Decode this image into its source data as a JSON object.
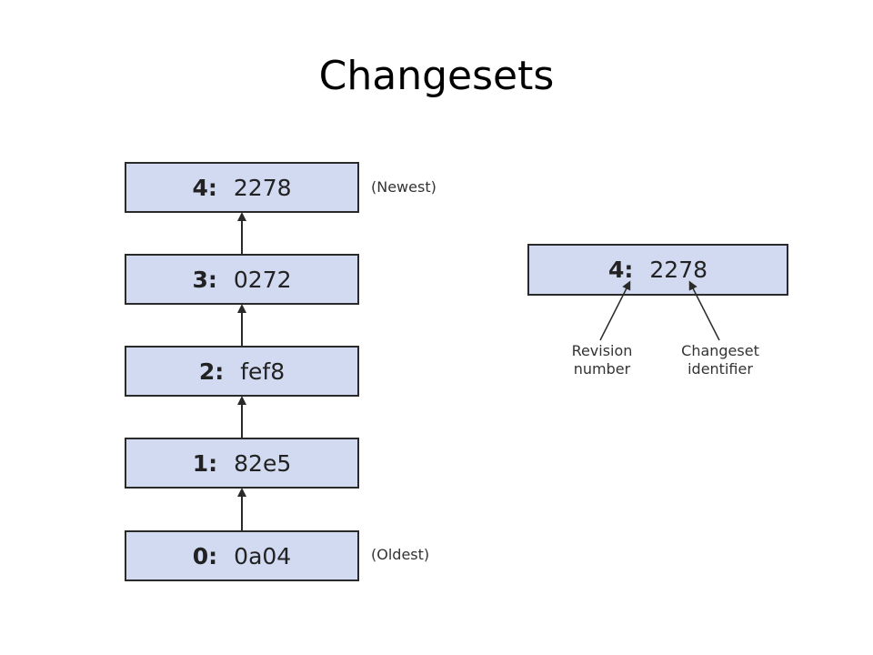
{
  "title": "Changesets",
  "history": [
    {
      "rev": "4:",
      "id": "2278",
      "note": "(Newest)"
    },
    {
      "rev": "3:",
      "id": "0272",
      "note": ""
    },
    {
      "rev": "2:",
      "id": "fef8",
      "note": ""
    },
    {
      "rev": "1:",
      "id": "82e5",
      "note": ""
    },
    {
      "rev": "0:",
      "id": "0a04",
      "note": "(Oldest)"
    }
  ],
  "detail": {
    "rev": "4:",
    "id": "2278",
    "revision_caption": [
      "Revision",
      "number"
    ],
    "changeset_caption": [
      "Changeset",
      "identifier"
    ]
  }
}
